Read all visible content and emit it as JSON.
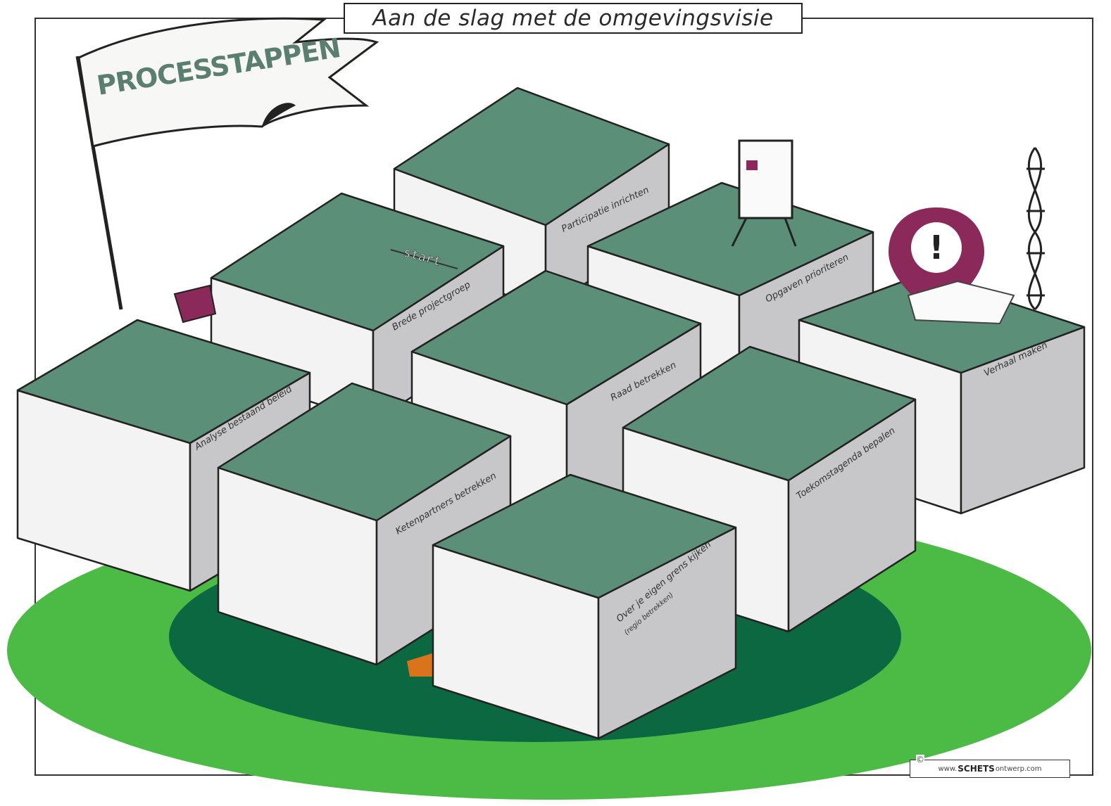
{
  "title": "Aan de slag met de omgevingsvisie",
  "flag_text": "PROCESSTAPPEN",
  "start_label": "start",
  "credit": {
    "symbol": "©",
    "prefix": "www.",
    "brand": "SCHETS",
    "suffix": "ontwerp.com"
  },
  "colors": {
    "platform_top": "#5b8f77",
    "box_side": "#c7c7c9",
    "box_face": "#f3f3f3",
    "ground_outer": "#4bbb46",
    "ground_inner": "#0c6840",
    "accent": "#8b2a5a"
  },
  "steps": [
    {
      "label": "Analyse bestaand beleid",
      "sublabel": ""
    },
    {
      "label": "Brede projectgroep",
      "sublabel": ""
    },
    {
      "label": "Participatie inrichten",
      "sublabel": ""
    },
    {
      "label": "Opgaven prioriteren",
      "sublabel": ""
    },
    {
      "label": "Verhaal maken",
      "sublabel": ""
    },
    {
      "label": "Raad betrekken",
      "sublabel": ""
    },
    {
      "label": "Ketenpartners betrekken",
      "sublabel": ""
    },
    {
      "label": "Toekomstagenda bepalen",
      "sublabel": ""
    },
    {
      "label": "Over je eigen grens kijken",
      "sublabel": "(regio betrekken)"
    }
  ]
}
